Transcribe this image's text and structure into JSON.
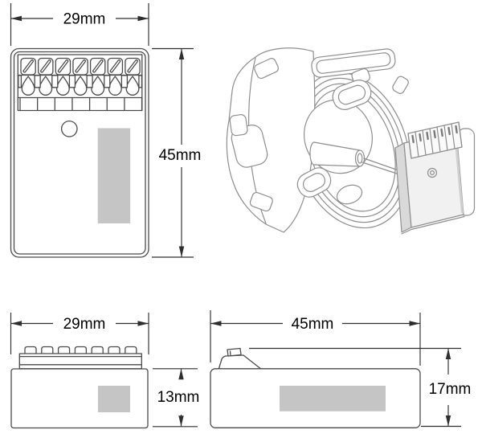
{
  "device": {
    "terminal_count": 7
  },
  "views": {
    "front": {
      "width_label": "29mm",
      "height_label": "45mm"
    },
    "top": {
      "width_label": "29mm",
      "height_label": "13mm"
    },
    "side": {
      "width_label": "45mm",
      "height_label": "17mm"
    }
  },
  "colors": {
    "line": "#4a4a4a",
    "line_3d": "#8e8e8e",
    "dimension": "#2e2e2e",
    "text": "#000000",
    "label_fill": "#c5c5c5",
    "module_face": "#f1f1f1",
    "module_side": "#d9d9d9"
  }
}
